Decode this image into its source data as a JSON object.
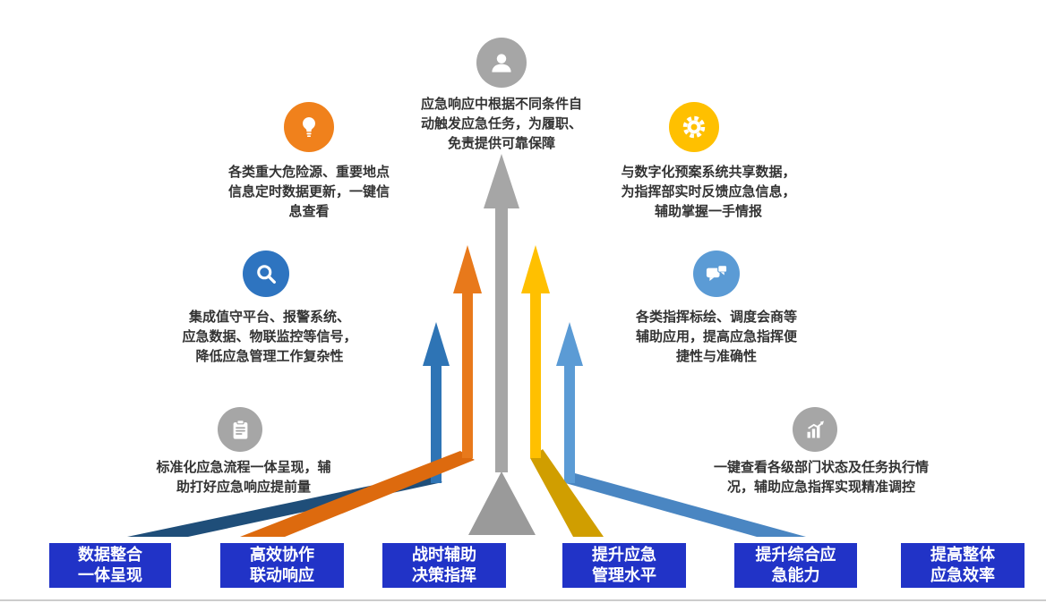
{
  "colors": {
    "text": "#333333",
    "box_bg": "#2133C7",
    "box_text": "#FFFFFF",
    "divider": "#CCCCCC",
    "gray_circle": "#A6A6A6",
    "orange_circle": "#F0811C",
    "gold_circle": "#FFC000",
    "blue_circle": "#2E74C0",
    "lightblue_circle": "#5B9BD5",
    "arrow_gray": "#A6A6A6",
    "arrow_gray_base": "#9A9A9A",
    "arrow_orange": "#E8791B",
    "arrow_orange_slant": "#DD6A0E",
    "arrow_gold": "#FFC000",
    "arrow_gold_slant": "#D09E00",
    "arrow_blue": "#2E74B5",
    "arrow_blue_slant": "#1F4E79",
    "arrow_lightblue": "#5B9BD5",
    "arrow_lightblue_slant": "#4A86C2"
  },
  "features": {
    "top": {
      "icon": "user-icon",
      "text": "应急响应中根据不同条件自\n动触发应急任务，为履职、\n免责提供可靠保障"
    },
    "bulb": {
      "icon": "lightbulb-icon",
      "text": "各类重大危险源、重要地点\n信息定时数据更新，一键信\n息查看"
    },
    "gear": {
      "icon": "gear-icon",
      "text": "与数字化预案系统共享数据，\n为指挥部实时反馈应急信息，\n辅助掌握一手情报"
    },
    "search": {
      "icon": "search-icon",
      "text": "集成值守平台、报警系统、\n应急数据、物联监控等信号，\n降低应急管理工作复杂性"
    },
    "chat": {
      "icon": "chat-icon",
      "text": "各类指挥标绘、调度会商等\n辅助应用，提高应急指挥便\n捷性与准确性"
    },
    "clipboard": {
      "icon": "clipboard-icon",
      "text": "标准化应急流程一体呈现，辅\n助打好应急响应提前量"
    },
    "chart": {
      "icon": "chart-icon",
      "text": "一键查看各级部门状态及任务执行情\n况，辅助应急指挥实现精准调控"
    }
  },
  "boxes": [
    {
      "text": "数据整合\n一体呈现"
    },
    {
      "text": "高效协作\n联动响应"
    },
    {
      "text": "战时辅助\n决策指挥"
    },
    {
      "text": "提升应急\n管理水平"
    },
    {
      "text": "提升综合应\n急能力"
    },
    {
      "text": "提高整体\n应急效率"
    }
  ]
}
